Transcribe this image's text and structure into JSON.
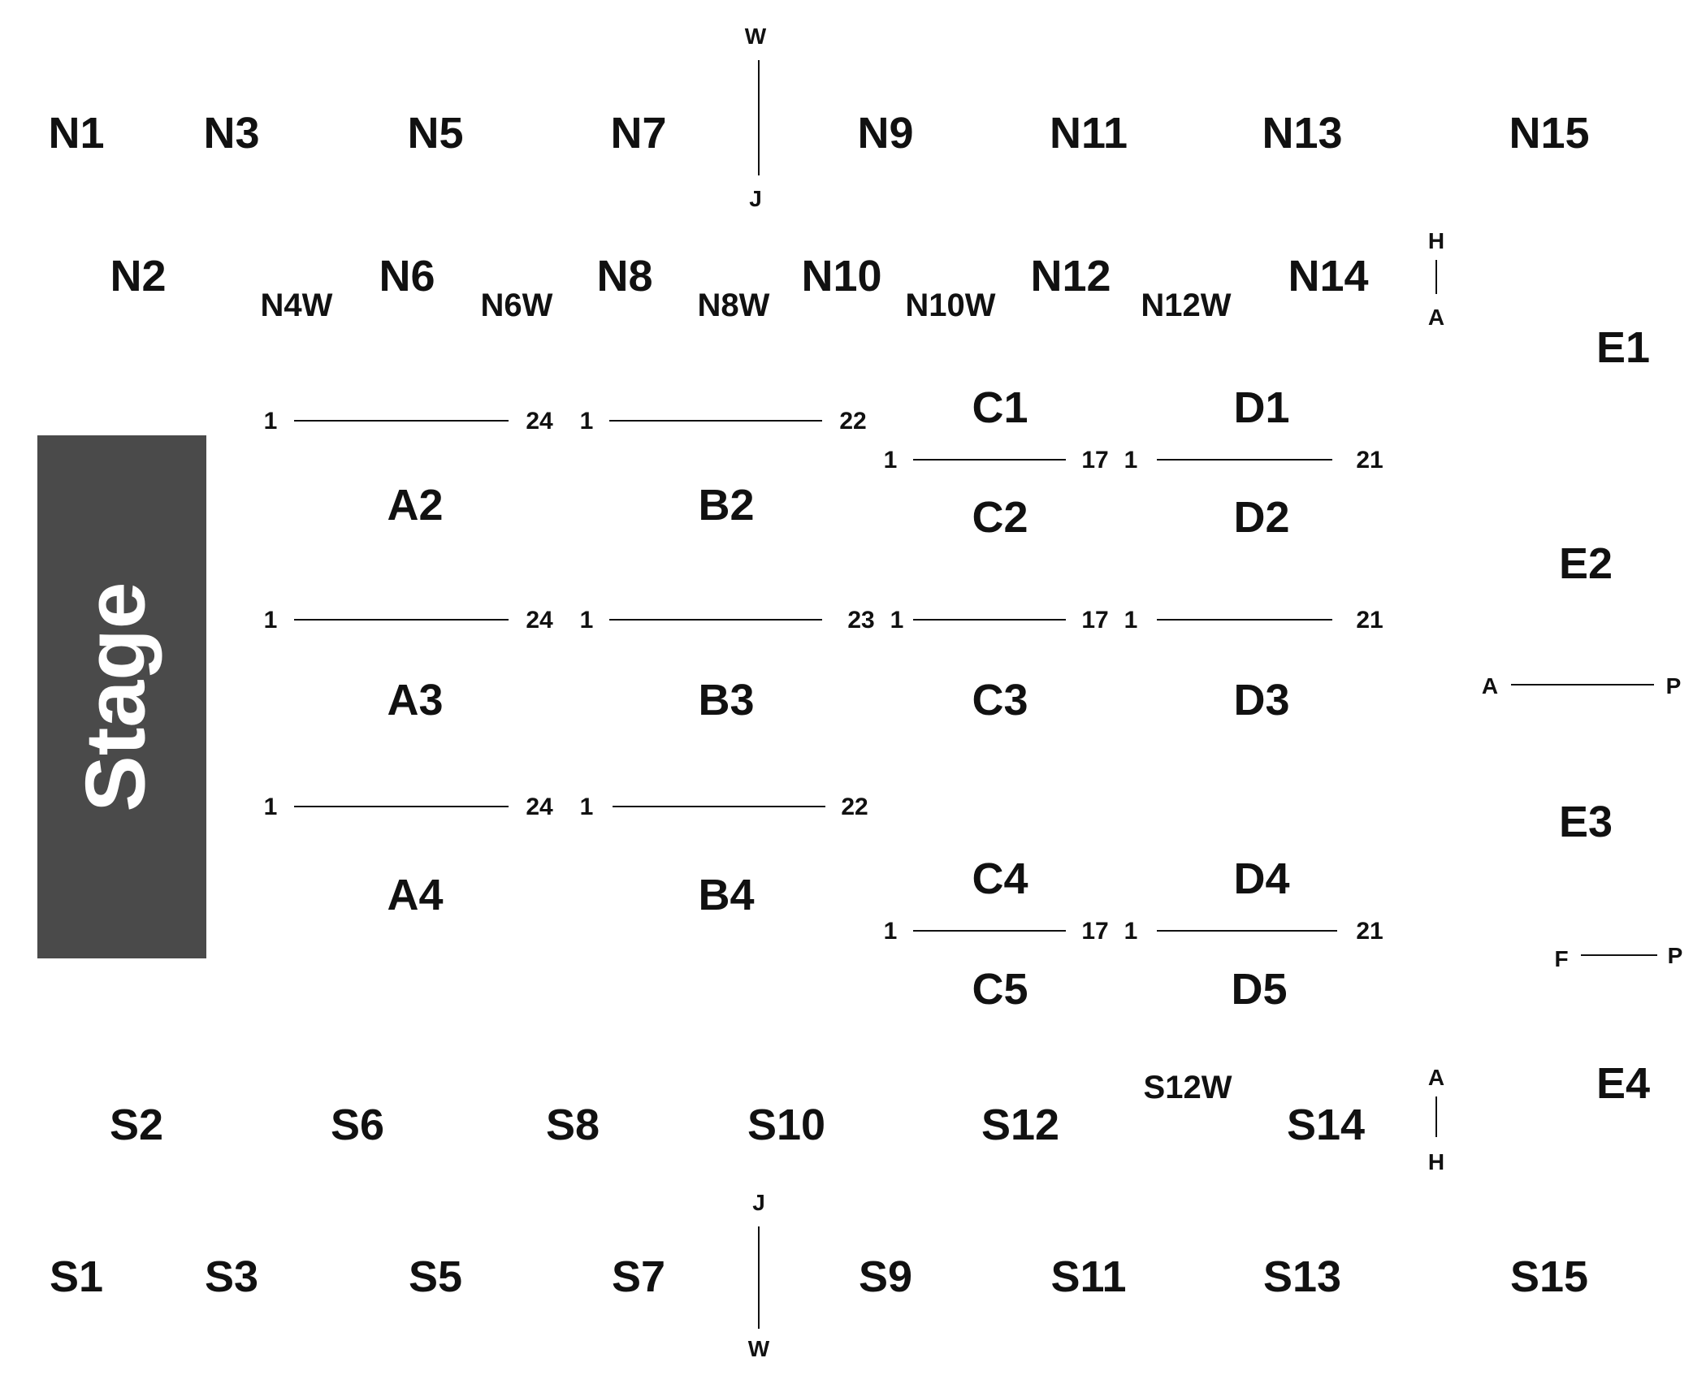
{
  "stage": {
    "label": "Stage",
    "color": "#4a4a4a"
  },
  "sections": {
    "north_outer": [
      "N1",
      "N3",
      "N5",
      "N7",
      "N9",
      "N11",
      "N13",
      "N15"
    ],
    "north_inner": [
      "N2",
      "N6",
      "N8",
      "N10",
      "N12",
      "N14"
    ],
    "north_wheelchair": [
      "N4W",
      "N6W",
      "N8W",
      "N10W",
      "N12W"
    ],
    "floor_a": [
      "A2",
      "A3",
      "A4"
    ],
    "floor_b": [
      "B2",
      "B3",
      "B4"
    ],
    "floor_c": [
      "C1",
      "C2",
      "C3",
      "C4",
      "C5"
    ],
    "floor_d": [
      "D1",
      "D2",
      "D3",
      "D4",
      "D5"
    ],
    "east": [
      "E1",
      "E2",
      "E3",
      "E4"
    ],
    "south_inner": [
      "S2",
      "S6",
      "S8",
      "S10",
      "S12",
      "S14"
    ],
    "south_wheelchair": [
      "S12W"
    ],
    "south_outer": [
      "S1",
      "S3",
      "S5",
      "S7",
      "S9",
      "S11",
      "S13",
      "S15"
    ]
  },
  "seat_ranges": {
    "row1": [
      {
        "start": "1",
        "end": "24"
      },
      {
        "start": "1",
        "end": "22"
      },
      {
        "start": "1",
        "end": "17"
      },
      {
        "start": "1",
        "end": "21"
      }
    ],
    "row2": [
      {
        "start": "1",
        "end": "24"
      },
      {
        "start": "1",
        "end": "23"
      },
      {
        "start": "1",
        "end": "17"
      },
      {
        "start": "1",
        "end": "21"
      }
    ],
    "row3": [
      {
        "start": "1",
        "end": "24"
      },
      {
        "start": "1",
        "end": "22"
      }
    ],
    "row4": [
      {
        "start": "1",
        "end": "17"
      },
      {
        "start": "1",
        "end": "21"
      }
    ]
  },
  "row_markers": {
    "north_center": {
      "top": "W",
      "bottom": "J"
    },
    "north_east": {
      "top": "H",
      "bottom": "A"
    },
    "east_mid": {
      "left": "A",
      "right": "P"
    },
    "east_lower": {
      "left": "F",
      "right": "P"
    },
    "south_east": {
      "top": "A",
      "bottom": "H"
    },
    "south_center": {
      "top": "J",
      "bottom": "W"
    }
  }
}
